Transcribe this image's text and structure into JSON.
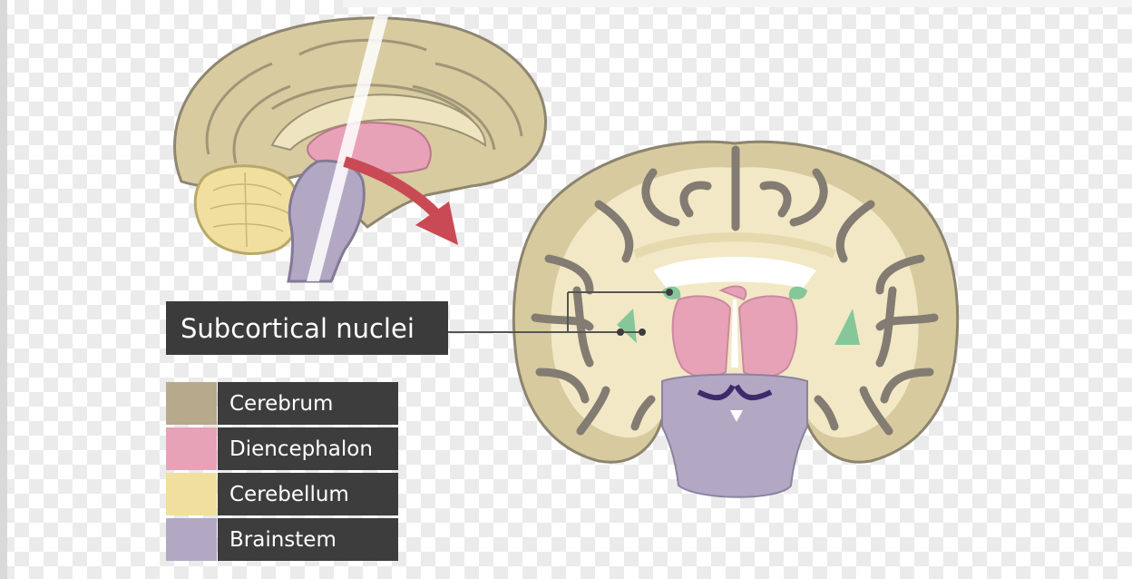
{
  "label": {
    "text": "Subcortical nuclei"
  },
  "legend": [
    {
      "label": "Cerebrum",
      "color": "#b7a98c"
    },
    {
      "label": "Diencephalon",
      "color": "#e7a2b8"
    },
    {
      "label": "Cerebellum",
      "color": "#f1df9f"
    },
    {
      "label": "Brainstem",
      "color": "#b3a8c4"
    }
  ],
  "colors": {
    "cortex": "#d7ca9e",
    "white_matter": "#f2e8c6",
    "sulcus": "#837c72",
    "diencephalon": "#e7a2b8",
    "brainstem": "#b3a8c4",
    "cerebellum": "#f1df9f",
    "nuclei": "#86c79a",
    "arrow": "#c94a55"
  }
}
